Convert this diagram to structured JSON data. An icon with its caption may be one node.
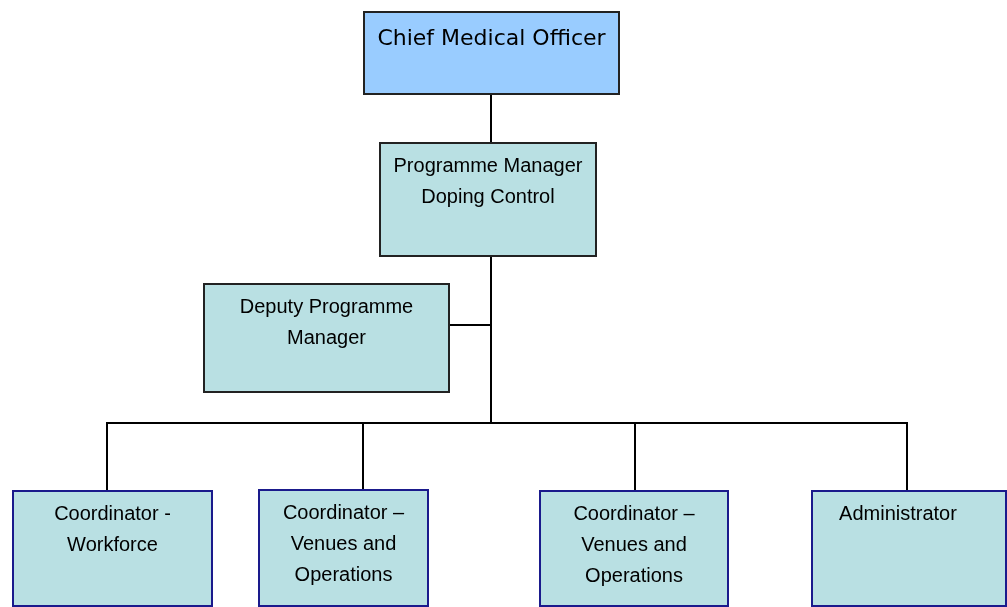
{
  "diagram": {
    "nodes": [
      {
        "text": [
          "Chief Medical Officer"
        ]
      },
      {
        "text": [
          "Programme Manager Doping Control"
        ]
      },
      {
        "text": [
          "Deputy Programme Manager"
        ]
      },
      {
        "text": [
          "Coordinator - Workforce"
        ]
      },
      {
        "text": [
          "Coordinator – Venues and Operations"
        ]
      },
      {
        "text": [
          "Coordinator – Venues and Operations"
        ]
      },
      {
        "text": [
          "Administrator"
        ]
      }
    ],
    "edges": [
      {
        "from": 0,
        "to": 1,
        "arrow": "none"
      },
      {
        "from": 1,
        "to": 2,
        "arrow": "none"
      },
      {
        "from": 1,
        "to": 3,
        "arrow": "none"
      },
      {
        "from": 1,
        "to": 4,
        "arrow": "none"
      },
      {
        "from": 1,
        "to": 5,
        "arrow": "none"
      },
      {
        "from": 1,
        "to": 6,
        "arrow": "none"
      }
    ]
  }
}
